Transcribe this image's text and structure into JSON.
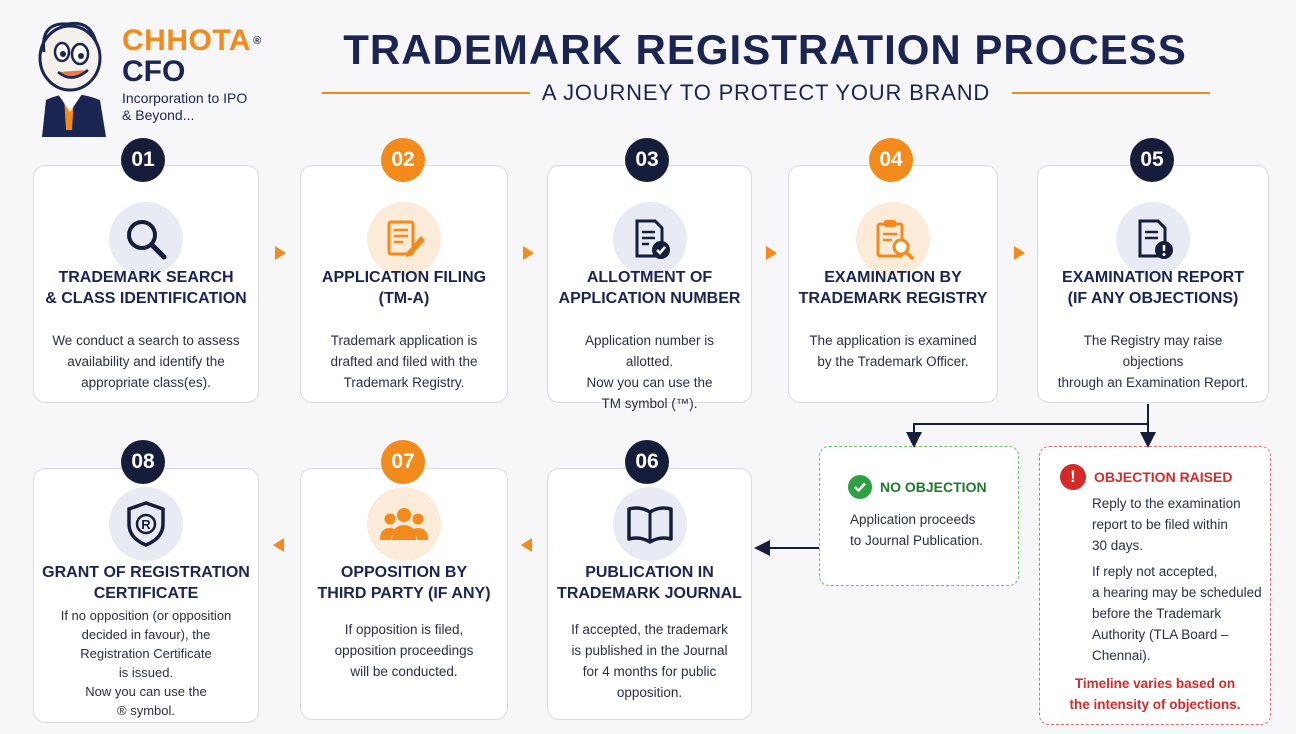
{
  "brand": {
    "name_top": "CHHOTA",
    "name_bottom": "CFO",
    "registered": "®",
    "tagline_1": "Incorporation to IPO",
    "tagline_2": "& Beyond..."
  },
  "header": {
    "title": "TRADEMARK REGISTRATION PROCESS",
    "subtitle": "A JOURNEY TO PROTECT YOUR BRAND"
  },
  "colors": {
    "navy": "#161d3b",
    "orange": "#f28a1c",
    "green": "#2ea043",
    "red": "#d42a2a"
  },
  "steps": [
    {
      "number": "01",
      "title_1": "TRADEMARK SEARCH",
      "title_2": "& CLASS IDENTIFICATION",
      "desc": [
        "We conduct a search to assess",
        "availability and identify the",
        "appropriate class(es)."
      ],
      "icon": "magnifier-icon"
    },
    {
      "number": "02",
      "title_1": "APPLICATION FILING",
      "title_2": "(TM-A)",
      "desc": [
        "Trademark application is",
        "drafted and filed with the",
        "Trademark Registry."
      ],
      "icon": "document-edit-icon"
    },
    {
      "number": "03",
      "title_1": "ALLOTMENT OF",
      "title_2": "APPLICATION NUMBER",
      "desc": [
        "Application number is allotted.",
        "Now you can use the",
        "TM symbol (™)."
      ],
      "icon": "document-check-icon"
    },
    {
      "number": "04",
      "title_1": "EXAMINATION BY",
      "title_2": "TRADEMARK REGISTRY",
      "desc": [
        "The application is examined",
        "by the Trademark Officer."
      ],
      "icon": "clipboard-search-icon"
    },
    {
      "number": "05",
      "title_1": "EXAMINATION REPORT",
      "title_2": "(IF ANY OBJECTIONS)",
      "desc": [
        "The Registry may raise objections",
        "through an Examination Report."
      ],
      "icon": "document-alert-icon"
    },
    {
      "number": "06",
      "title_1": "PUBLICATION IN",
      "title_2": "TRADEMARK JOURNAL",
      "desc": [
        "If accepted, the trademark",
        "is published in the Journal",
        "for 4 months for public",
        "opposition."
      ],
      "icon": "open-book-icon"
    },
    {
      "number": "07",
      "title_1": "OPPOSITION BY",
      "title_2": "THIRD PARTY (IF ANY)",
      "desc": [
        "If opposition is filed,",
        "opposition proceedings",
        "will be conducted."
      ],
      "icon": "people-group-icon"
    },
    {
      "number": "08",
      "title_1": "GRANT OF REGISTRATION",
      "title_2": "CERTIFICATE",
      "desc": [
        "If no opposition (or opposition",
        "decided in favour), the",
        "Registration Certificate",
        "is issued.",
        "Now you can use the",
        "® symbol."
      ],
      "icon": "registered-shield-icon"
    }
  ],
  "no_objection": {
    "title": "NO OBJECTION",
    "desc_1": "Application proceeds",
    "desc_2": "to Journal Publication."
  },
  "objection": {
    "title": "OBJECTION RAISED",
    "p1": [
      "Reply to the examination",
      "report to be filed within",
      "30 days."
    ],
    "p2": [
      "If reply not accepted,",
      "a hearing may be scheduled",
      "before the Trademark",
      "Authority (TLA Board –",
      "Chennai)."
    ],
    "note_1": "Timeline varies based on",
    "note_2": "the intensity of objections."
  }
}
